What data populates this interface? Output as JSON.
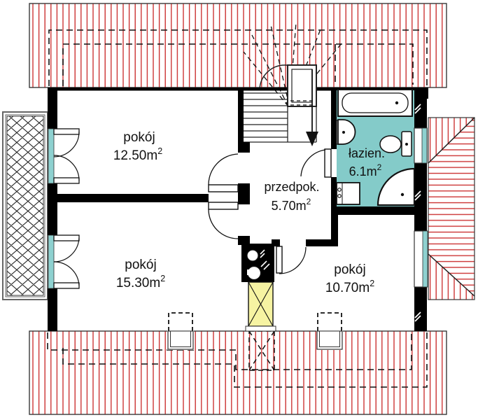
{
  "plan": {
    "kind": "attic-floor-plan",
    "rooms": [
      {
        "key": "pokoj-12-50",
        "label": "pokój",
        "area": "12.50m",
        "sup": "2"
      },
      {
        "key": "pokoj-15-30",
        "label": "pokój",
        "area": "15.30m",
        "sup": "2"
      },
      {
        "key": "pokoj-10-70",
        "label": "pokój",
        "area": "10.70m",
        "sup": "2"
      },
      {
        "key": "przedpokoj",
        "label": "przedpok.",
        "area": "5.70m",
        "sup": "2"
      },
      {
        "key": "lazienka",
        "label": "łazien.",
        "area": "6.1m",
        "sup": "2"
      }
    ],
    "colors": {
      "roof_hatch": "#cc3333",
      "bathroom_floor": "#84cbc9",
      "glazing": "#8ed1d0",
      "shaft_yellow": "#f6f3a2",
      "wall": "#000000"
    },
    "icons": {
      "stair_direction": "down-arrow-icon"
    }
  }
}
